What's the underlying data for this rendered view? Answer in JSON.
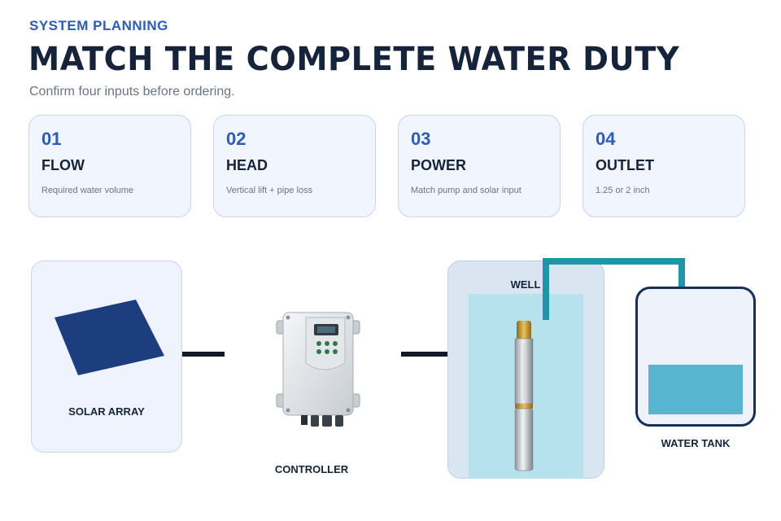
{
  "header": {
    "kicker": "SYSTEM PLANNING",
    "title": "MATCH THE COMPLETE WATER DUTY",
    "subtitle": "Confirm four inputs before ordering."
  },
  "steps": [
    {
      "num": "01",
      "label": "FLOW",
      "desc": "Required water volume"
    },
    {
      "num": "02",
      "label": "HEAD",
      "desc": "Vertical lift + pipe loss"
    },
    {
      "num": "03",
      "label": "POWER",
      "desc": "Match pump and solar input"
    },
    {
      "num": "04",
      "label": "OUTLET",
      "desc": "1.25 or 2 inch"
    }
  ],
  "diagram": {
    "solar_label": "SOLAR ARRAY",
    "controller_label": "CONTROLLER",
    "well_label": "WELL",
    "tank_label": "WATER TANK"
  },
  "icons": {
    "solar": "solar-panel-icon",
    "controller": "controller-box-icon",
    "pump": "submersible-pump-icon"
  },
  "colors": {
    "accent": "#2a5bbd",
    "heading": "#15243a",
    "solar_panel": "#1c3d7e",
    "pipe": "#1e95a8",
    "tank_water": "#58b5d0"
  }
}
